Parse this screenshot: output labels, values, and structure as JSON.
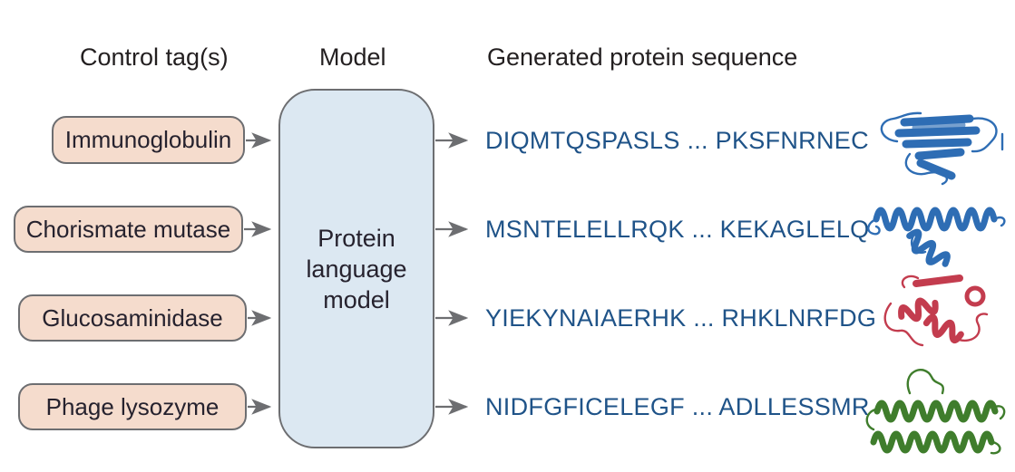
{
  "headers": {
    "control_tags": "Control tag(s)",
    "model": "Model",
    "generated": "Generated protein sequence"
  },
  "model_box": {
    "label": "Protein language model"
  },
  "rows": [
    {
      "tag": "Immunoglobulin",
      "sequence": "DIQMTQSPASLS ... PKSFNRNEC",
      "structure": "immunoglobulin-beta-sandwich-ribbon",
      "structure_color": "#2e6db4"
    },
    {
      "tag": "Chorismate mutase",
      "sequence": "MSNTELELLRQK ... KEKAGLELQ",
      "structure": "alpha-helical-ribbon",
      "structure_color": "#2e6db4"
    },
    {
      "tag": "Glucosaminidase",
      "sequence": "YIEKYNAIAERHK ... RHKLNRFDG",
      "structure": "globular-helical-ribbon",
      "structure_color": "#c33c4e"
    },
    {
      "tag": "Phage lysozyme",
      "sequence": "NIDFGFICELEGF ... ADLLESSMR",
      "structure": "lysozyme-helical-ribbon",
      "structure_color": "#3f7d2c"
    }
  ],
  "colors": {
    "tag_fill": "#f5dccd",
    "tag_border": "#6d6e71",
    "model_fill": "#dce8f2",
    "model_border": "#6d6e71",
    "arrow": "#6d6e71",
    "heading_text": "#231f20",
    "sequence_text": "#1f5388",
    "structure_blue": "#2e6db4",
    "structure_red": "#c33c4e",
    "structure_green": "#3f7d2c"
  }
}
